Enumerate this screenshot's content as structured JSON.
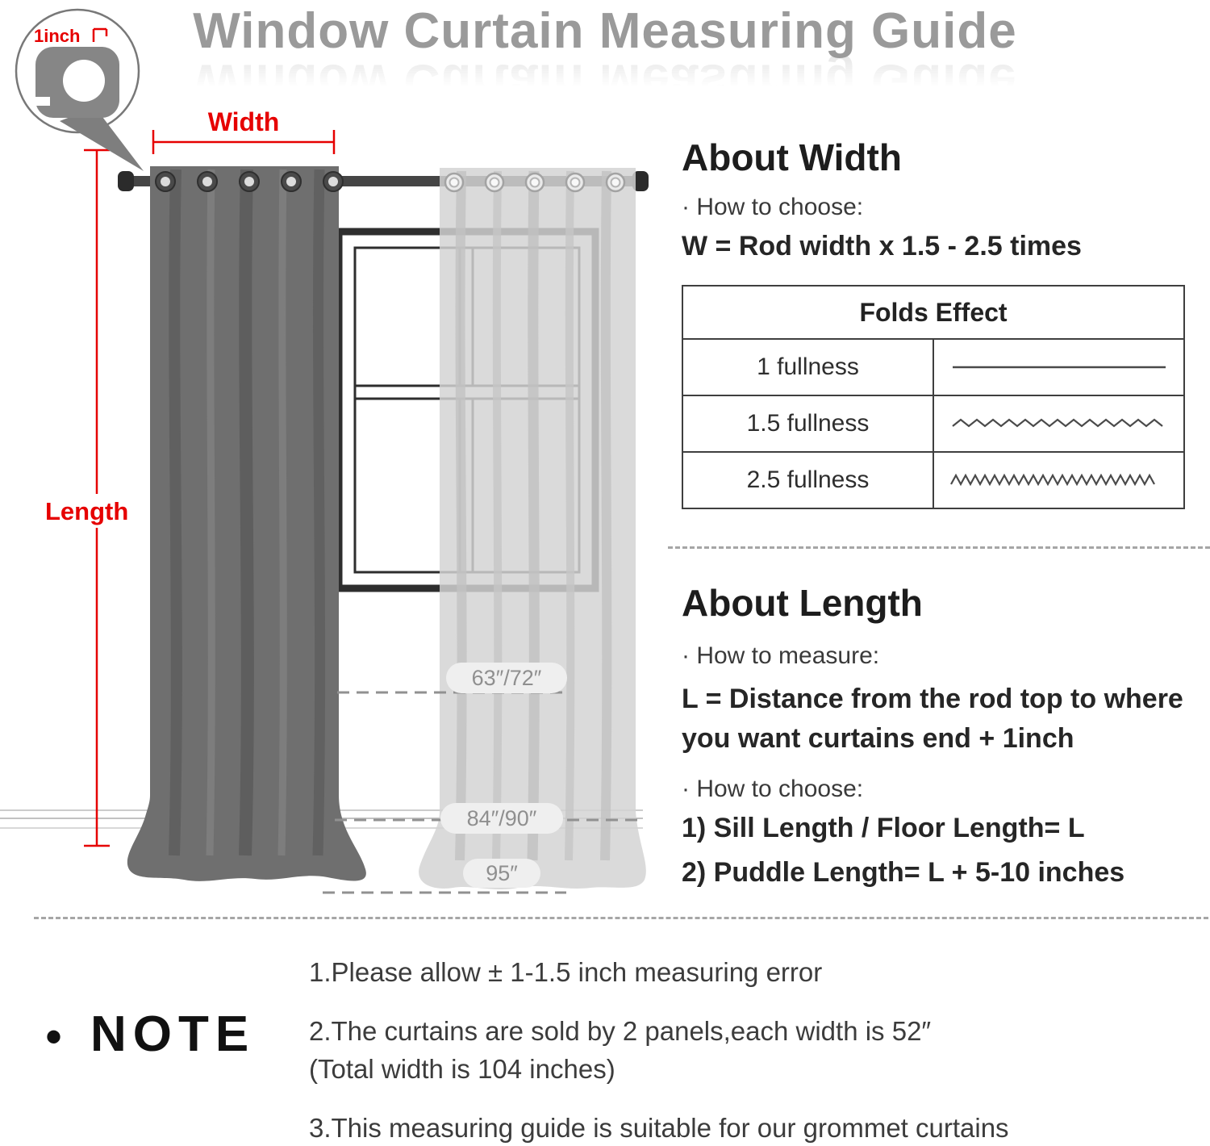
{
  "colors": {
    "accent_red": "#e60000",
    "title_gray": "#9a9a9a",
    "dark_curtain": "#6f6f6f",
    "light_curtain": "#d3d3d3",
    "text_dark": "#333333"
  },
  "title": "Window Curtain Measuring Guide",
  "tape_measure": {
    "label": "1inch"
  },
  "diagram": {
    "width_label": "Width",
    "length_label": "Length",
    "length_markers": [
      "63″/72″",
      "84″/90″",
      "95″"
    ]
  },
  "about_width": {
    "heading": "About Width",
    "how_to_choose": "· How to choose:",
    "formula": "W = Rod width x 1.5 - 2.5 times",
    "table": {
      "header": "Folds Effect",
      "rows": [
        {
          "label": "1 fullness",
          "line": "straight"
        },
        {
          "label": "1.5 fullness",
          "line": "wavy"
        },
        {
          "label": "2.5 fullness",
          "line": "dense-zigzag"
        }
      ]
    }
  },
  "about_length": {
    "heading": "About Length",
    "how_to_measure": "· How to measure:",
    "measure_formula": "L = Distance from the rod top to where you want curtains end + 1inch",
    "how_to_choose": "· How to choose:",
    "options": [
      "1)  Sill Length / Floor Length= L",
      "2)  Puddle Length= L + 5-10 inches"
    ]
  },
  "note": {
    "bullet": "•",
    "label": "NOTE",
    "items": [
      "1.Please allow ± 1-1.5 inch measuring error",
      "2.The curtains are sold by 2 panels,each width is 52″\n(Total width is 104 inches)",
      "3.This measuring guide is suitable for our grommet curtains"
    ]
  }
}
